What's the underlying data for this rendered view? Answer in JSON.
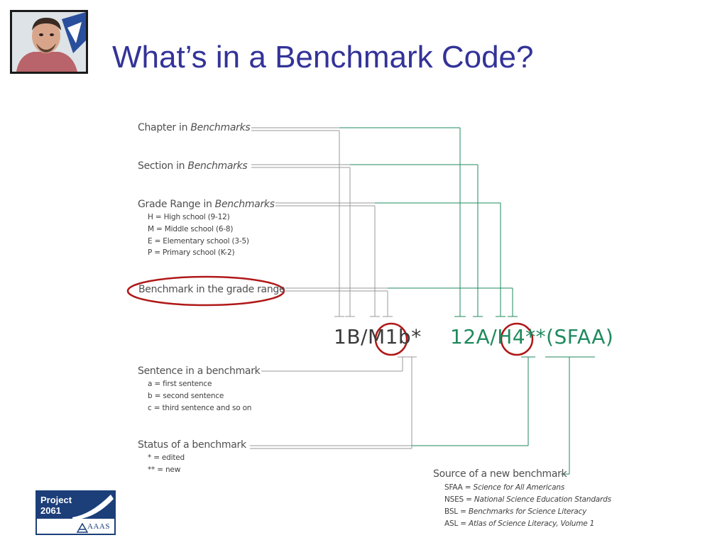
{
  "title": "What’s in a Benchmark Code?",
  "colors": {
    "title": "#333399",
    "line_gray": "#9a9a9a",
    "line_green": "#1f8a5e",
    "highlight_circle": "#b01818",
    "logo_blue": "#1c3f7a"
  },
  "labels": {
    "chapter": {
      "text": "Chapter in ",
      "italic": "Benchmarks"
    },
    "section": {
      "text": "Section in ",
      "italic": "Benchmarks"
    },
    "grade": {
      "text": "Grade Range in ",
      "italic": "Benchmarks"
    },
    "grade_items": [
      "H = High school (9-12)",
      "M = Middle school (6-8)",
      "E = Elementary school (3-5)",
      "P = Primary school (K-2)"
    ],
    "benchmark": "Benchmark in the grade range",
    "sentence": "Sentence in a benchmark",
    "sentence_items": [
      "a = first sentence",
      "b = second sentence",
      "c = third sentence and so on"
    ],
    "status": "Status of a benchmark",
    "status_items": [
      "* = edited",
      "** = new"
    ],
    "source": "Source of a new benchmark",
    "source_items": [
      {
        "code": "SFAA = ",
        "name": "Science for All Americans"
      },
      {
        "code": "NSES = ",
        "name": "National Science Education Standards"
      },
      {
        "code": "BSL = ",
        "name": "Benchmarks for Science Literacy"
      },
      {
        "code": "ASL = ",
        "name": "Atlas of Science Literacy, Volume 1"
      }
    ]
  },
  "codes": {
    "black": "1B/M1b*",
    "green": "12A/H4**(SFAA)"
  },
  "logo": {
    "line1": "Project",
    "line2": "2061",
    "org": "AAAS"
  }
}
